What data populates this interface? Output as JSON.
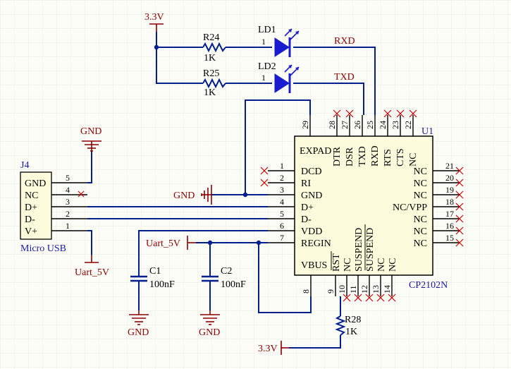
{
  "u1": {
    "designator": "U1",
    "part": "CP2102N",
    "pins_left": [
      {
        "num": "1",
        "name": "DCD",
        "nc": true
      },
      {
        "num": "2",
        "name": "RI",
        "nc": true
      },
      {
        "num": "3",
        "name": "GND"
      },
      {
        "num": "4",
        "name": "D+"
      },
      {
        "num": "5",
        "name": "D-"
      },
      {
        "num": "6",
        "name": "VDD"
      },
      {
        "num": "7",
        "name": "REGIN"
      }
    ],
    "pins_right": [
      {
        "num": "21",
        "name": "NC"
      },
      {
        "num": "20",
        "name": "NC"
      },
      {
        "num": "19",
        "name": "NC"
      },
      {
        "num": "18",
        "name": "NC/VPP"
      },
      {
        "num": "17",
        "name": "NC"
      },
      {
        "num": "16",
        "name": "NC"
      },
      {
        "num": "15",
        "name": "NC"
      }
    ],
    "pins_top": [
      {
        "num": "29",
        "name": "EXPAD"
      },
      {
        "num": "28",
        "name": "DTR",
        "nc": true
      },
      {
        "num": "27",
        "name": "DSR",
        "nc": true
      },
      {
        "num": "26",
        "name": "TXD"
      },
      {
        "num": "25",
        "name": "RXD"
      },
      {
        "num": "24",
        "name": "RTS",
        "nc": true
      },
      {
        "num": "23",
        "name": "CTS",
        "nc": true
      },
      {
        "num": "22",
        "name": "NC",
        "nc": true
      }
    ],
    "pins_bottom": [
      {
        "num": "8",
        "name": "VBUS"
      },
      {
        "num": "9",
        "name": "RST"
      },
      {
        "num": "10",
        "name": "NC",
        "nc": true
      },
      {
        "num": "11",
        "name": "SUSPEND",
        "nc": true
      },
      {
        "num": "12",
        "name": "SUSPEND",
        "nc": true
      },
      {
        "num": "13",
        "name": "NC",
        "nc": true
      },
      {
        "num": "14",
        "name": "NC",
        "nc": true
      }
    ]
  },
  "j4": {
    "designator": "J4",
    "part": "Micro USB",
    "pins": [
      {
        "num": "5",
        "name": "GND"
      },
      {
        "num": "4",
        "name": "NC"
      },
      {
        "num": "3",
        "name": "D+"
      },
      {
        "num": "2",
        "name": "D-"
      },
      {
        "num": "1",
        "name": "V+"
      }
    ]
  },
  "leds": [
    {
      "designator": "LD1",
      "pin": "1",
      "net": "RXD"
    },
    {
      "designator": "LD2",
      "pin": "1",
      "net": "TXD"
    }
  ],
  "resistors": [
    {
      "designator": "R24",
      "value": "1K"
    },
    {
      "designator": "R25",
      "value": "1K"
    },
    {
      "designator": "R28",
      "value": "1K"
    }
  ],
  "capacitors": [
    {
      "designator": "C1",
      "value": "100nF"
    },
    {
      "designator": "C2",
      "value": "100nF"
    }
  ],
  "power": {
    "v33": "3.3V",
    "gnd": "GND",
    "uart5v": "Uart_5V"
  },
  "colors": {
    "wire": "#001e8c",
    "power": "#8b0000",
    "component_body": "#fcfcdc",
    "led": "#1a1ad0",
    "no_connect": "#c40000",
    "grid": "#ebebe0"
  }
}
